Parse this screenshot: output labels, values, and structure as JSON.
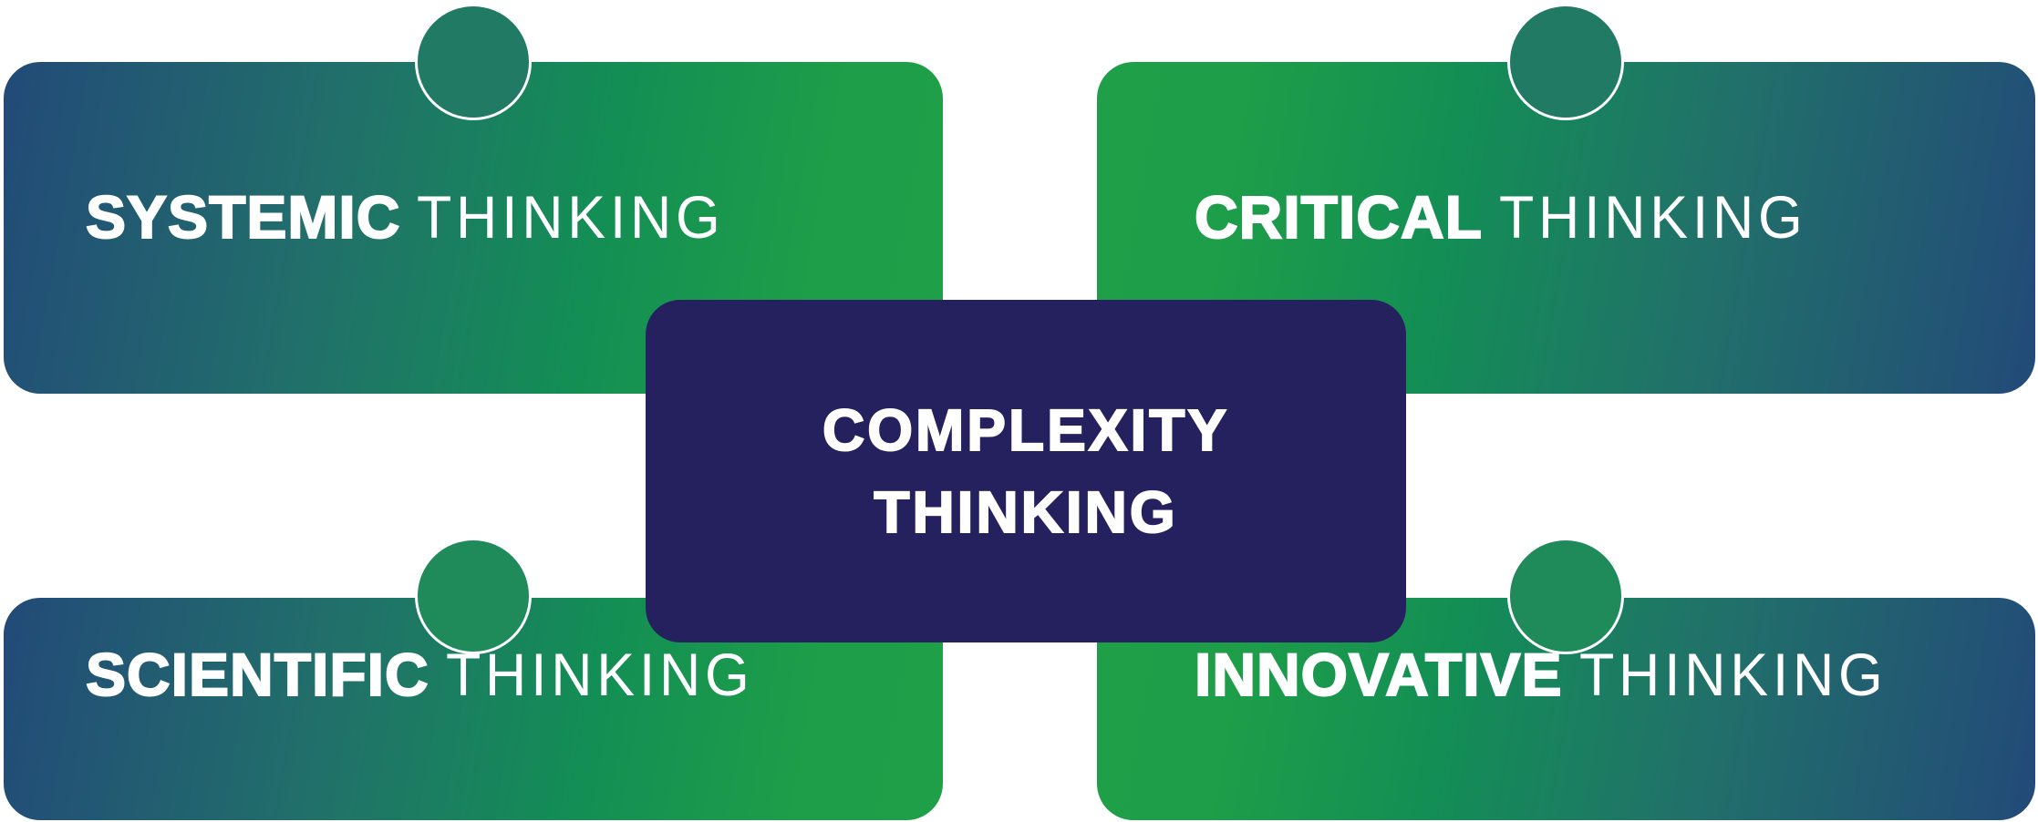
{
  "colors": {
    "center": "#25215f",
    "blue": "#224a78",
    "green": "#1e9e48"
  },
  "center": {
    "line1": "COMPLEXITY",
    "line2": "THINKING"
  },
  "panels": [
    {
      "bold": "SYSTEMIC",
      "thin": "THINKING"
    },
    {
      "bold": "CRITICAL",
      "thin": "THINKING"
    },
    {
      "bold": "SCIENTIFIC",
      "thin": "THINKING"
    },
    {
      "bold": "INNOVATIVE",
      "thin": "THINKING"
    }
  ]
}
